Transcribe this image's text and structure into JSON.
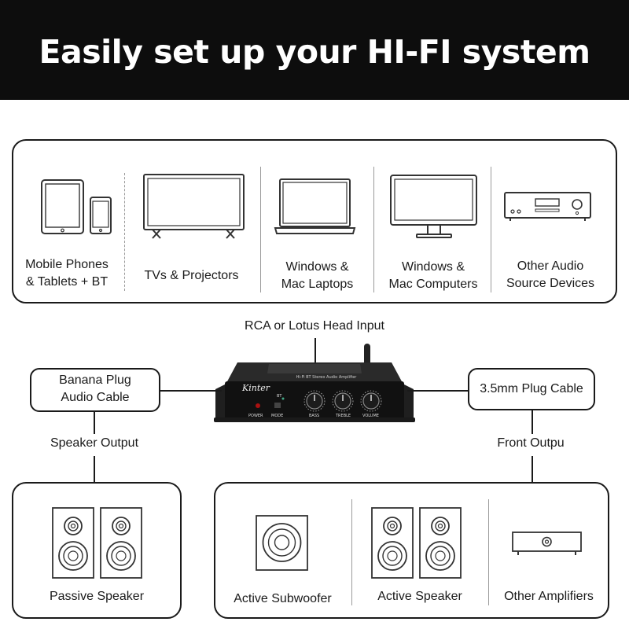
{
  "banner": {
    "title": "Easily set up your HI-FI system"
  },
  "sources": {
    "items": [
      {
        "icon": "mobile-tablet-icon",
        "label_line1": "Mobile Phones",
        "label_line2": "& Tablets + BT"
      },
      {
        "icon": "tv-icon",
        "label_line1": "TVs & Projectors"
      },
      {
        "icon": "laptop-icon",
        "label_line1": "Windows &",
        "label_line2": "Mac Laptops"
      },
      {
        "icon": "monitor-icon",
        "label_line1": "Windows &",
        "label_line2": "Mac Computers"
      },
      {
        "icon": "audio-source-device-icon",
        "label_line1": "Other Audio",
        "label_line2": "Source Devices"
      }
    ]
  },
  "input_label": "RCA or Lotus Head Input",
  "amplifier": {
    "brand": "Kinter",
    "model_text": "Hi-Fi BT Stereo Audio Amplifier",
    "power": "POWER",
    "mode": "MODE",
    "bt": "BT",
    "bass": "BASS",
    "treble": "TREBLE",
    "volume": "VOLUME"
  },
  "left_cable": {
    "line1": "Banana Plug",
    "line2": "Audio Cable"
  },
  "right_cable": {
    "line1": "3.5mm Plug Cable"
  },
  "speaker_output_label": "Speaker Output",
  "front_output_label": "Front Outpu",
  "outputs_left": {
    "label": "Passive Speaker",
    "icon": "passive-speaker-icon"
  },
  "outputs_right": {
    "items": [
      {
        "label": "Active Subwoofer",
        "icon": "subwoofer-icon"
      },
      {
        "label": "Active Speaker",
        "icon": "active-speaker-icon"
      },
      {
        "label": "Other Amplifiers",
        "icon": "amplifier-icon"
      }
    ]
  }
}
